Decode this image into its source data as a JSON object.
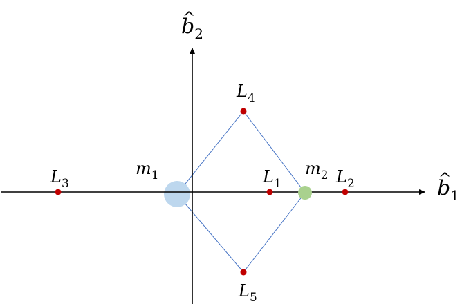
{
  "axes": {
    "horizontal": {
      "base": "b",
      "hat": "^",
      "subscript": "1"
    },
    "vertical": {
      "base": "b",
      "hat": "^",
      "subscript": "2"
    }
  },
  "bodies": {
    "m1": {
      "base": "m",
      "subscript": "1",
      "color": "#bdd7ee"
    },
    "m2": {
      "base": "m",
      "subscript": "2",
      "color": "#a9d18e"
    }
  },
  "lagrange_points": {
    "L1": {
      "base": "L",
      "subscript": "1"
    },
    "L2": {
      "base": "L",
      "subscript": "2"
    },
    "L3": {
      "base": "L",
      "subscript": "3"
    },
    "L4": {
      "base": "L",
      "subscript": "4"
    },
    "L5": {
      "base": "L",
      "subscript": "5"
    }
  },
  "colors": {
    "axis": "#000000",
    "point": "#c00000",
    "triangle": "#4472c4"
  }
}
